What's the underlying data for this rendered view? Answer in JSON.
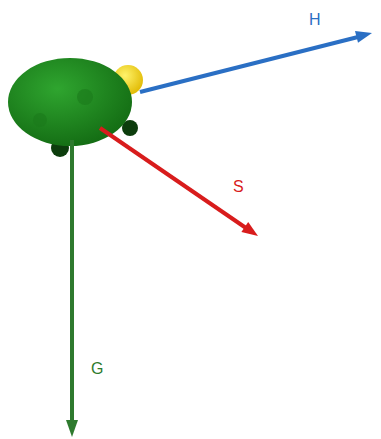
{
  "diagram": {
    "labels": [
      "H",
      "S",
      "G"
    ]
  }
}
